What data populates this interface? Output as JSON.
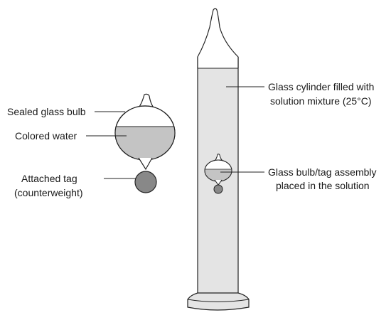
{
  "labels": {
    "sealed_glass_bulb": "Sealed glass bulb",
    "colored_water": "Colored water",
    "attached_tag_line1": "Attached tag",
    "attached_tag_line2": "(counterweight)",
    "cylinder_line1": "Glass cylinder filled with",
    "cylinder_line2": "solution mixture (25°C)",
    "assembly_line1": "Glass bulb/tag assembly",
    "assembly_line2": "placed in the solution"
  },
  "colors": {
    "outline": "#222222",
    "solution_fill": "#e4e4e4",
    "colored_water": "#c4c4c4",
    "tag_fill": "#888888"
  }
}
